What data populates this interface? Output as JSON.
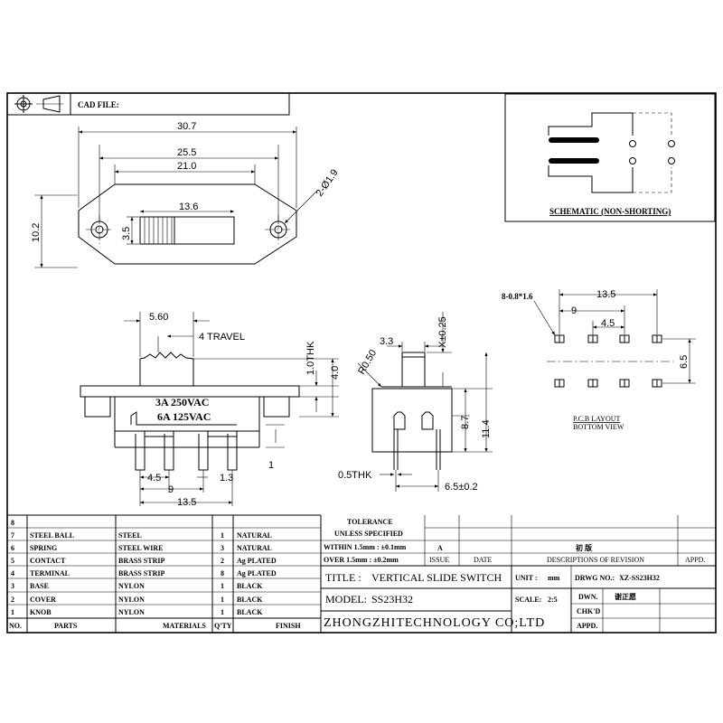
{
  "header": {
    "cad_file_label": "CAD FILE:"
  },
  "top_view": {
    "overall_width": "30.7",
    "hole_pitch": "25.5",
    "body_width": "21.0",
    "knob_slot": "13.6",
    "hole_callout": "2-Ø1.9",
    "height": "10.2",
    "knob_height": "3.5"
  },
  "schematic": {
    "label": "SCHEMATIC (NON-SHORTING)"
  },
  "pcb_layout": {
    "hole_callout": "8-0.8*1.6",
    "span": "13.5",
    "pitch_9": "9",
    "pitch_4_5": "4.5",
    "row_pitch": "6.5",
    "label_1": "P.C.B LAYOUT",
    "label_2": "BOTTOM VIEW"
  },
  "front_view": {
    "knob_width": "5.60",
    "travel": "4 TRAVEL",
    "plate_thk": "1.0THK",
    "knob_height": "4.0",
    "rating_1": "3A  250VAC",
    "rating_2": "6A  125VAC",
    "lead_dim": "1",
    "pitch_4_5": "4.5",
    "lead_1_3": "1.3",
    "pitch_9": "9",
    "span": "13.5"
  },
  "side_view": {
    "knob_width": "3.3",
    "knob_height": "X±0.25",
    "radius": "R0.50",
    "body_height": "8.7",
    "total_height": "11.4",
    "pin_thk": "0.5THK",
    "pin_pitch": "6.5±0.2"
  },
  "bom": {
    "rows": [
      {
        "no": "8",
        "part": "",
        "material": "",
        "qty": "",
        "finish": ""
      },
      {
        "no": "7",
        "part": "STEEL BALL",
        "material": "STEEL",
        "qty": "1",
        "finish": "NATURAL"
      },
      {
        "no": "6",
        "part": "SPRING",
        "material": "STEEL WIRE",
        "qty": "3",
        "finish": "NATURAL"
      },
      {
        "no": "5",
        "part": "CONTACT",
        "material": "BRASS STRIP",
        "qty": "2",
        "finish": "Ag PLATED"
      },
      {
        "no": "4",
        "part": "TERMINAL",
        "material": "BRASS STRIP",
        "qty": "8",
        "finish": "Ag PLATED"
      },
      {
        "no": "3",
        "part": "BASE",
        "material": "NYLON",
        "qty": "1",
        "finish": "BLACK"
      },
      {
        "no": "2",
        "part": "COVER",
        "material": "NYLON",
        "qty": "1",
        "finish": "BLACK"
      },
      {
        "no": "1",
        "part": "KNOB",
        "material": "NYLON",
        "qty": "1",
        "finish": "BLACK"
      }
    ],
    "header": {
      "no": "NO.",
      "part": "PARTS",
      "material": "MATERIALS",
      "qty": "Q'TY",
      "finish": "FINISH"
    }
  },
  "tolerance": {
    "title": "TOLERANCE",
    "subtitle": "UNLESS  SPECIFIED",
    "line_1": "WITHIN 1.5mm : ±0.1mm",
    "line_2": "OVER 1.5mm : ±0.2mm"
  },
  "revision": {
    "issue_letter": "A",
    "initial": "初 版",
    "issue_label": "ISSUE",
    "date_label": "DATE",
    "desc_label": "DESCRIPTIONS OF REVISION",
    "appd_label": "APPD."
  },
  "title_block": {
    "title_label": "TITLE :",
    "title": "VERTICAL SLIDE SWITCH",
    "model_label": "MODEL:",
    "model": "SS23H32",
    "company": "ZHONGZHITECHNOLOGY CO;LTD",
    "unit_label": "UNIT :",
    "unit": "mm",
    "drwg_label": "DRWG NO.:",
    "drwg": "XZ-SS23H32",
    "scale_label": "SCALE:",
    "scale": "2:5",
    "dwn_label": "DWN.",
    "dwn": "谢正愿",
    "chkd_label": "CHK'D",
    "appd_label": "APPD."
  }
}
